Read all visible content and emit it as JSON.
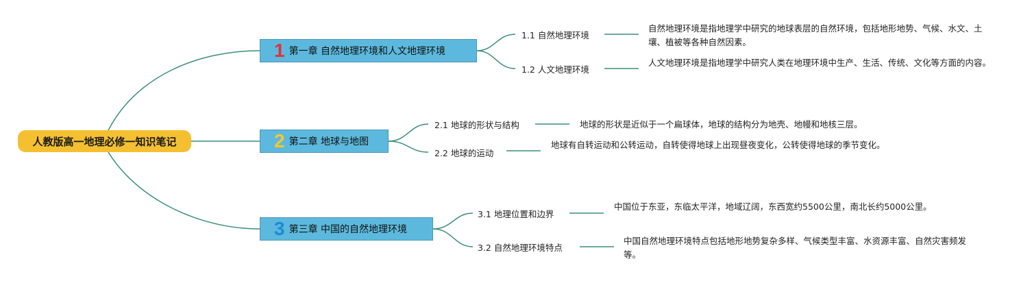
{
  "root": {
    "title": "人教版高一地理必修一知识笔记"
  },
  "colors": {
    "root_fill": "#f4c032",
    "chapter_fill": "#5cb9dd",
    "line": "#3a8d7a",
    "num1": "#e0323c",
    "num2": "#f4c730",
    "num3": "#1e8ad6"
  },
  "chapters": [
    {
      "num": "1",
      "title": "第一章 自然地理环境和人文地理环境",
      "topics": [
        {
          "label": "1.1 自然地理环境",
          "desc": "自然地理环境是指地理学中研究的地球表层的自然环境，包括地形地势、气候、水文、土壤、植被等各种自然因素。"
        },
        {
          "label": "1.2 人文地理环境",
          "desc": "人文地理环境是指地理学中研究人类在地理环境中生产、生活、传统、文化等方面的内容。"
        }
      ]
    },
    {
      "num": "2",
      "title": "第二章 地球与地图",
      "topics": [
        {
          "label": "2.1 地球的形状与结构",
          "desc": "地球的形状是近似于一个扁球体，地球的结构分为地壳、地幔和地核三层。"
        },
        {
          "label": "2.2 地球的运动",
          "desc": "地球有自转运动和公转运动，自转使得地球上出现昼夜变化，公转使得地球的季节变化。"
        }
      ]
    },
    {
      "num": "3",
      "title": "第三章 中国的自然地理环境",
      "topics": [
        {
          "label": "3.1 地理位置和边界",
          "desc": "中国位于东亚，东临太平洋，地域辽阔，东西宽约5500公里，南北长约5000公里。"
        },
        {
          "label": "3.2 自然地理环境特点",
          "desc": "中国自然地理环境特点包括地形地势复杂多样、气候类型丰富、水资源丰富、自然灾害频发等。"
        }
      ]
    }
  ]
}
